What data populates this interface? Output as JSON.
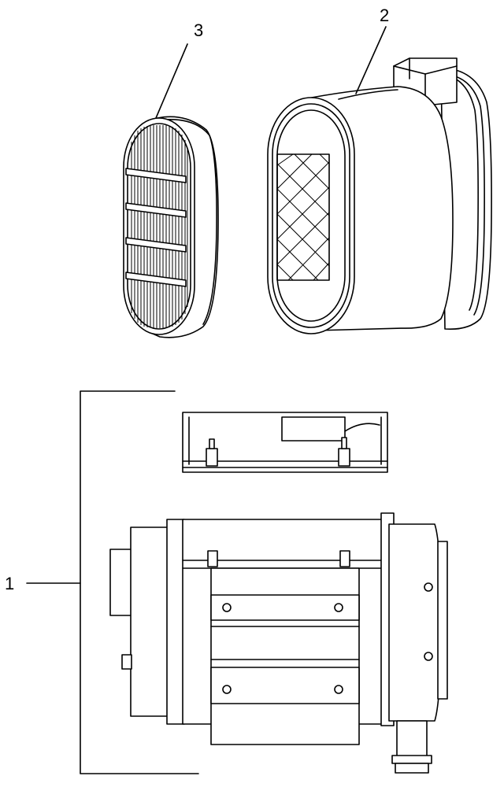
{
  "callouts": {
    "assembly": "1",
    "outer_filter": "2",
    "inner_filter": "3"
  },
  "colors": {
    "line": "#000000",
    "background": "#ffffff"
  }
}
